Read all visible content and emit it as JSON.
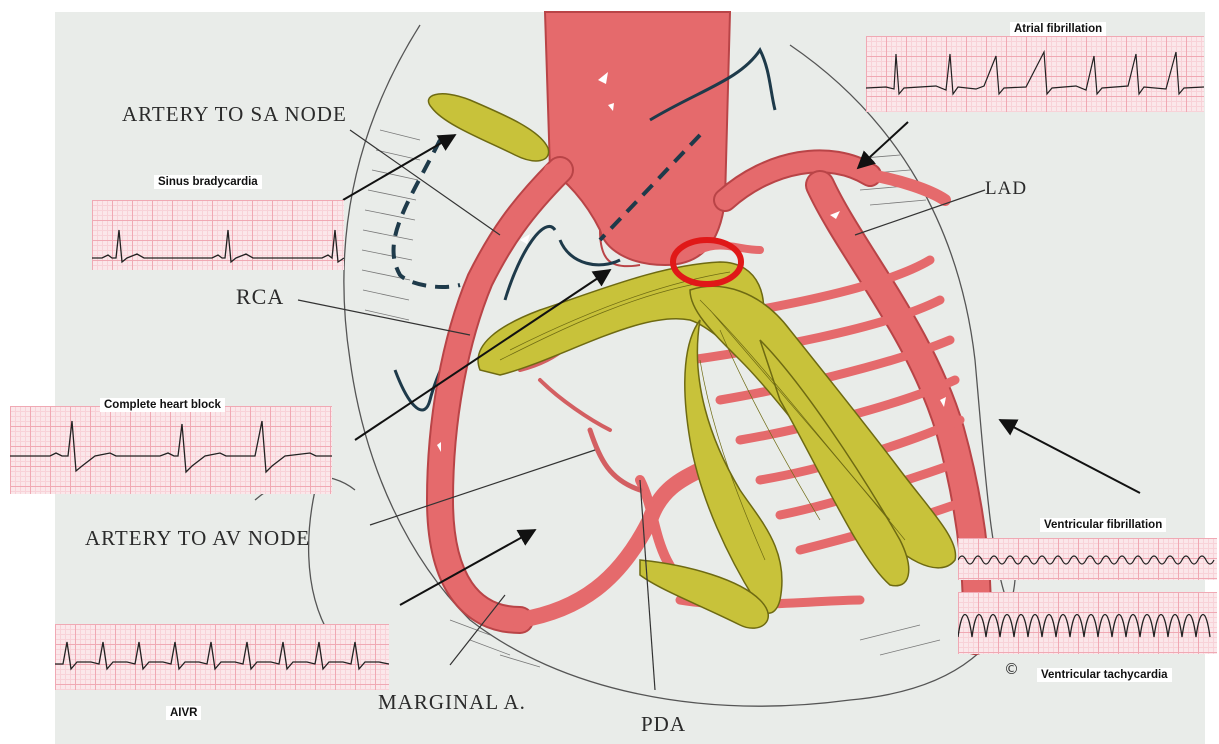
{
  "anatomy_labels": {
    "artery_to_sa_node": "ARTERY TO SA NODE",
    "rca": "RCA",
    "lad": "LAD",
    "artery_to_av_node": "ARTERY TO AV NODE",
    "marginal_a": "MARGINAL A.",
    "pda": "PDA"
  },
  "ecg_strips": {
    "atrial_fibrillation": "Atrial fibrillation",
    "sinus_bradycardia": "Sinus bradycardia",
    "complete_heart_block": "Complete heart block",
    "ventricular_fibrillation": "Ventricular fibrillation",
    "ventricular_tachycardia": "Ventricular tachycardia",
    "aivr": "AIVR"
  },
  "copyright_symbol": "©",
  "colors": {
    "artery": "#e56a6c",
    "artery_outline": "#b94447",
    "conduction_tissue": "#c8c23a",
    "highlight_circle": "#e01818",
    "background": "#e9ece9",
    "ecg_paper": "#fbe7ea"
  }
}
